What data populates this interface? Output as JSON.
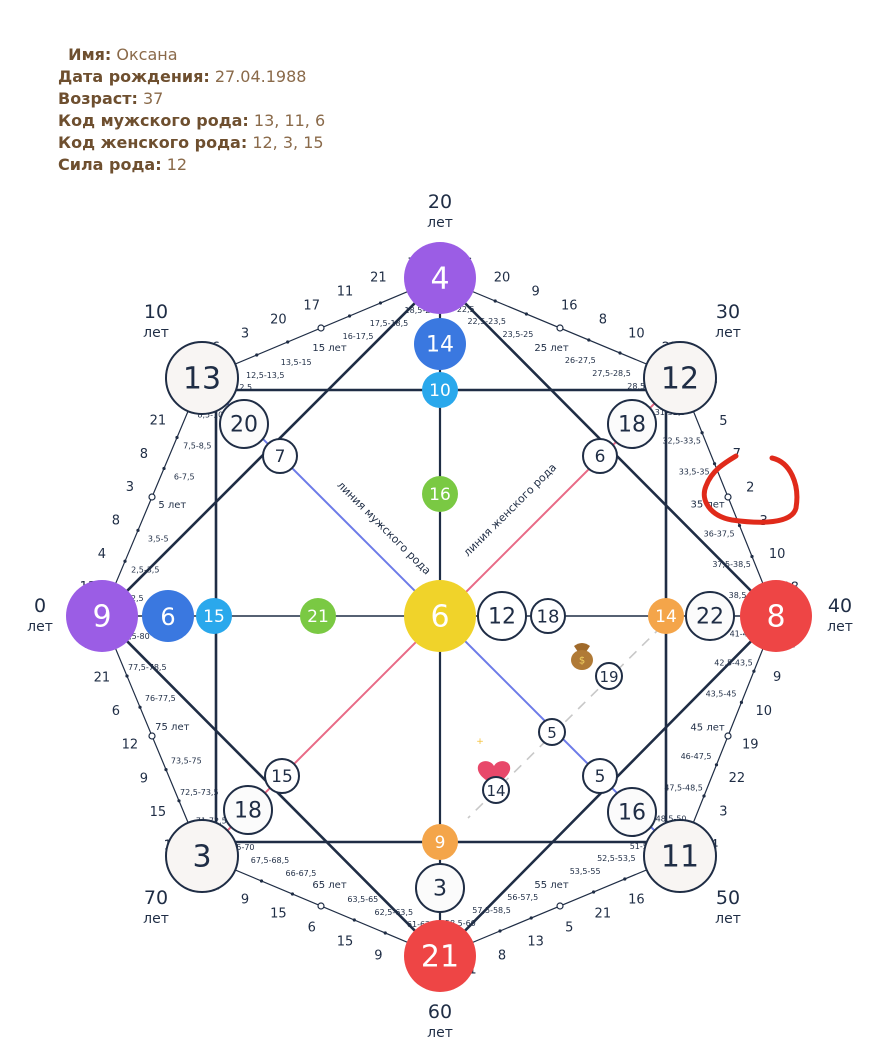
{
  "profile": {
    "name_label": "Имя:",
    "name": "Оксана",
    "birth_label": "Дата рождения:",
    "birth": "27.04.1988",
    "age_label": "Возраст:",
    "age": "37",
    "male_label": "Код мужского рода:",
    "male": "13, 11, 6",
    "female_label": "Код женского рода:",
    "female": "12, 3, 15",
    "power_label": "Сила рода:",
    "power": "12"
  },
  "colors": {
    "purple": "#9b5de5",
    "blue": "#3a78e0",
    "sky": "#2aa8ec",
    "green": "#7ac943",
    "yellow": "#f0d32a",
    "red": "#ee4545",
    "orange": "#f4a54a",
    "navy": "#1f2d45",
    "male_line": "#6d7be8",
    "female_line": "#e86a86",
    "annotation": "#e02a1a"
  },
  "ages": [
    {
      "num": "0",
      "unit": "лет"
    },
    {
      "num": "10",
      "unit": "лет"
    },
    {
      "num": "20",
      "unit": "лет"
    },
    {
      "num": "30",
      "unit": "лет"
    },
    {
      "num": "40",
      "unit": "лет"
    },
    {
      "num": "50",
      "unit": "лет"
    },
    {
      "num": "60",
      "unit": "лет"
    },
    {
      "num": "70",
      "unit": "лет"
    }
  ],
  "outer": [
    "9",
    "13",
    "4",
    "12",
    "8",
    "11",
    "21",
    "3"
  ],
  "inner": [
    "6",
    "20",
    "14",
    "18",
    "22",
    "16",
    "3",
    "18"
  ],
  "third": [
    "15",
    "7",
    "10",
    "6",
    "14",
    "5",
    "9",
    "15"
  ],
  "center": "6",
  "green_vert": "16",
  "green_horiz": "21",
  "right_small": [
    "12",
    "18"
  ],
  "money": "19",
  "mid": "5",
  "heart": "14",
  "male_line_label": "линия мужского рода",
  "female_line_label": "линия женского рода",
  "mid_age_labels": [
    "5 лет",
    "15 лет",
    "25 лет",
    "35 лет",
    "45 лет",
    "55 лет",
    "65 лет",
    "75 лет"
  ],
  "segments": [
    [
      {
        "text": "1-2,5",
        "outer": "13"
      },
      {
        "text": "2,5-3,5",
        "outer": "4"
      },
      {
        "text": "3,5-5",
        "outer": "8"
      },
      {
        "text": "6-7,5",
        "outer": "3"
      },
      {
        "text": "7,5-8,5",
        "outer": "8"
      },
      {
        "text": "8,5-10",
        "outer": "21"
      }
    ],
    [
      {
        "text": "11-12,5",
        "outer": "16"
      },
      {
        "text": "12,5-13,5",
        "outer": "3"
      },
      {
        "text": "13,5-15",
        "outer": "20"
      },
      {
        "text": "16-17,5",
        "outer": "17"
      },
      {
        "text": "17,5-18,5",
        "outer": "11"
      },
      {
        "text": "18,5-20",
        "outer": "21"
      },
      {
        "text": "",
        "outer": "7"
      }
    ],
    [
      {
        "text": "21 -22,5",
        "outer": "6"
      },
      {
        "text": "22,5-23,5",
        "outer": "20"
      },
      {
        "text": "23,5-25",
        "outer": "9"
      },
      {
        "text": "26-27,5",
        "outer": "16"
      },
      {
        "text": "27,5-28,5",
        "outer": "8"
      },
      {
        "text": "28,5-30",
        "outer": "10"
      },
      {
        "text": "",
        "outer": "22"
      }
    ],
    [
      {
        "text": "31-32,5",
        "outer": "17"
      },
      {
        "text": "32,5-33,5",
        "outer": "5"
      },
      {
        "text": "33,5-35",
        "outer": "7"
      },
      {
        "text": "36-37,5",
        "outer": "2"
      },
      {
        "text": "37,5-38,5",
        "outer": "3"
      },
      {
        "text": "38,5-40",
        "outer": "10"
      },
      {
        "text": "",
        "outer": "18"
      }
    ],
    [
      {
        "text": "41-42,5",
        "outer": "17"
      },
      {
        "text": "42,5-43,5",
        "outer": "9"
      },
      {
        "text": "43,5-45",
        "outer": "10"
      },
      {
        "text": "46-47,5",
        "outer": "19"
      },
      {
        "text": "47,5-48,5",
        "outer": "22"
      },
      {
        "text": "48,5-50",
        "outer": "3"
      },
      {
        "text": "",
        "outer": "14"
      }
    ],
    [
      {
        "text": "51-52,5",
        "outer": "9"
      },
      {
        "text": "52,5-53,5",
        "outer": "16"
      },
      {
        "text": "53,5-55",
        "outer": "21"
      },
      {
        "text": "56-57,5",
        "outer": "5"
      },
      {
        "text": "57,5-58,5",
        "outer": "13"
      },
      {
        "text": "58,5-60",
        "outer": "8"
      },
      {
        "text": "",
        "outer": "11"
      }
    ],
    [
      {
        "text": "61-62,5",
        "outer": "3"
      },
      {
        "text": "62,5-63,5",
        "outer": "9"
      },
      {
        "text": "63,5-65",
        "outer": "15"
      },
      {
        "text": "66-67,5",
        "outer": "6"
      },
      {
        "text": "67,5-68,5",
        "outer": "15"
      },
      {
        "text": "68,5-70",
        "outer": "9"
      },
      {
        "text": "",
        "outer": "12"
      }
    ],
    [
      {
        "text": "71-72,5",
        "outer": "18"
      },
      {
        "text": "72,5-73,5",
        "outer": "15"
      },
      {
        "text": "73,5-75",
        "outer": "9"
      },
      {
        "text": "76-77,5",
        "outer": "12"
      },
      {
        "text": "77,5-78,5",
        "outer": "6"
      },
      {
        "text": "78,5-80",
        "outer": "21"
      },
      {
        "text": "",
        "outer": "3"
      }
    ]
  ]
}
